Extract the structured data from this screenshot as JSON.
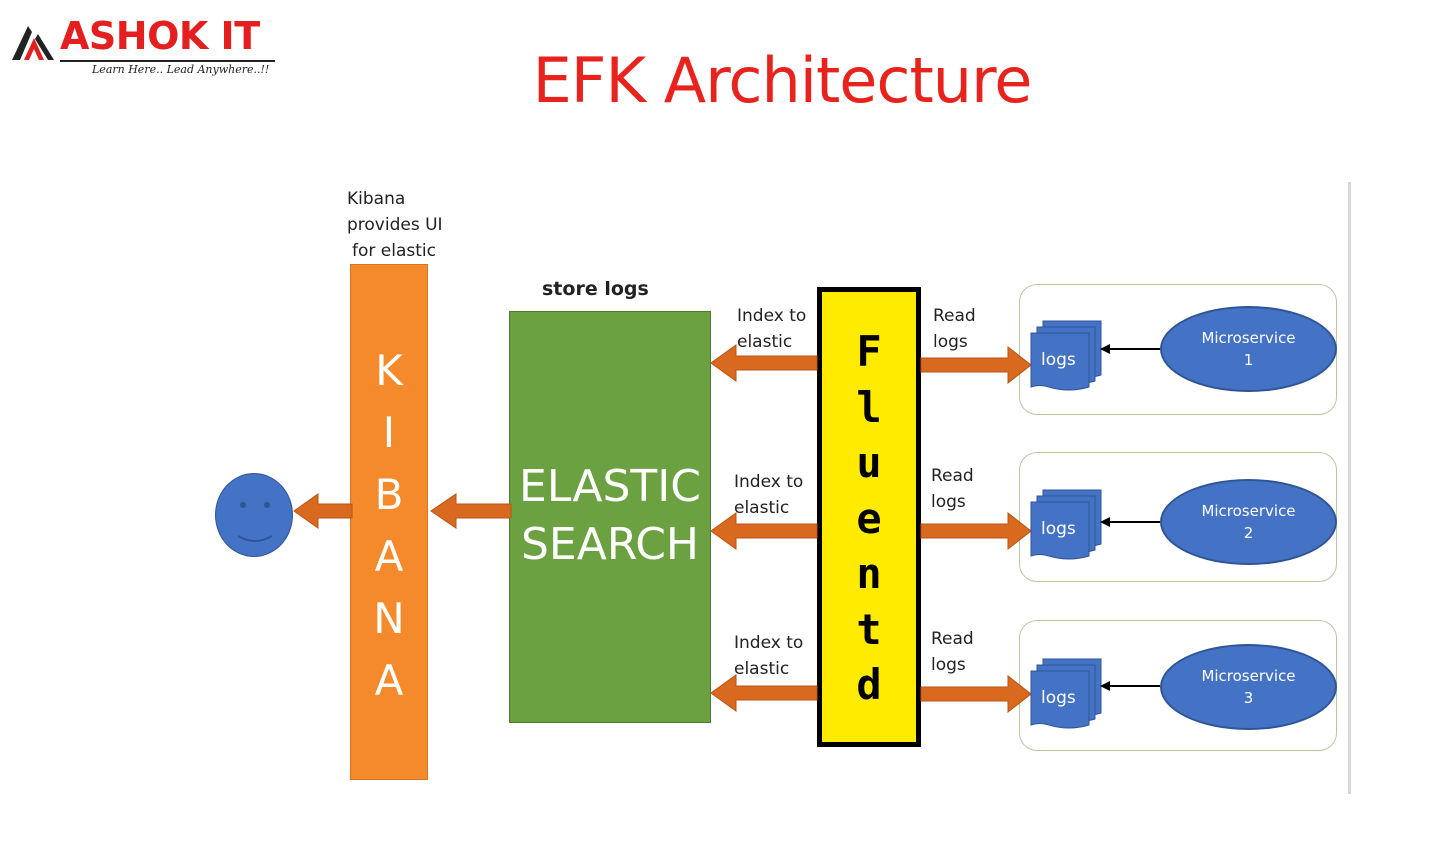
{
  "header": {
    "logo_name": "ASHOK IT",
    "logo_tagline": "Learn Here.. Lead Anywhere..!!",
    "title": "EFK Architecture"
  },
  "diagram": {
    "kibana_note": [
      "Kibana",
      "provides UI",
      "for elastic"
    ],
    "kibana_letters": [
      "K",
      "I",
      "B",
      "A",
      "N",
      "A"
    ],
    "store_logs_label": "store logs",
    "elastic_lines": [
      "ELASTIC",
      "SEARCH"
    ],
    "fluentd_letters": [
      "F",
      "l",
      "u",
      "e",
      "n",
      "t",
      "d"
    ],
    "rows": [
      {
        "index_label": [
          "Index to",
          "elastic"
        ],
        "read_label": [
          "Read",
          "logs"
        ],
        "logs_label": "logs",
        "microservice": [
          "Microservice",
          "1"
        ]
      },
      {
        "index_label": [
          "Index to",
          "elastic"
        ],
        "read_label": [
          "Read",
          "logs"
        ],
        "logs_label": "logs",
        "microservice": [
          "Microservice",
          "2"
        ]
      },
      {
        "index_label": [
          "Index to",
          "elastic"
        ],
        "read_label": [
          "Read",
          "logs"
        ],
        "logs_label": "logs",
        "microservice": [
          "Microservice",
          "3"
        ]
      }
    ]
  },
  "colors": {
    "title_red": "#e8231d",
    "kibana_orange": "#f58a2c",
    "elastic_green": "#6ca142",
    "fluentd_yellow": "#ffeb00",
    "microservice_blue": "#4472c4",
    "arrow_orange": "#d9691f"
  }
}
